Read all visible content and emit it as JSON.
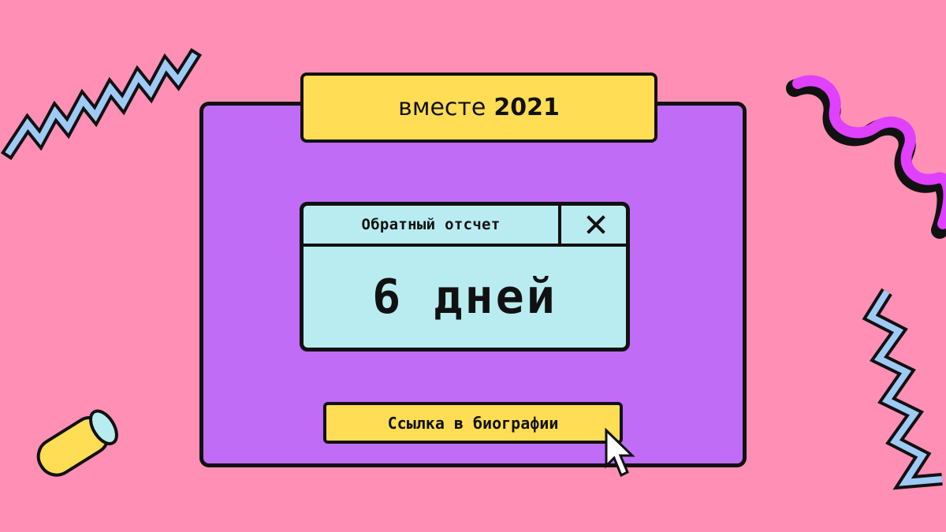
{
  "header": {
    "title_prefix": "вместе",
    "title_year": "2021"
  },
  "dialog": {
    "title": "Обратный отсчет",
    "countdown": "6 дней",
    "close_icon": "close-icon"
  },
  "bio_button": {
    "label": "Ссылка в биографии"
  },
  "cursor": {
    "icon": "arrow-cursor-icon"
  },
  "colors": {
    "background": "#ff8fb5",
    "window": "#c06cf7",
    "tab": "#ffdd55",
    "dialog": "#b9ecf0",
    "zigzag": "#9ecaf5",
    "squiggle": "#e040ff",
    "outline": "#111111"
  }
}
